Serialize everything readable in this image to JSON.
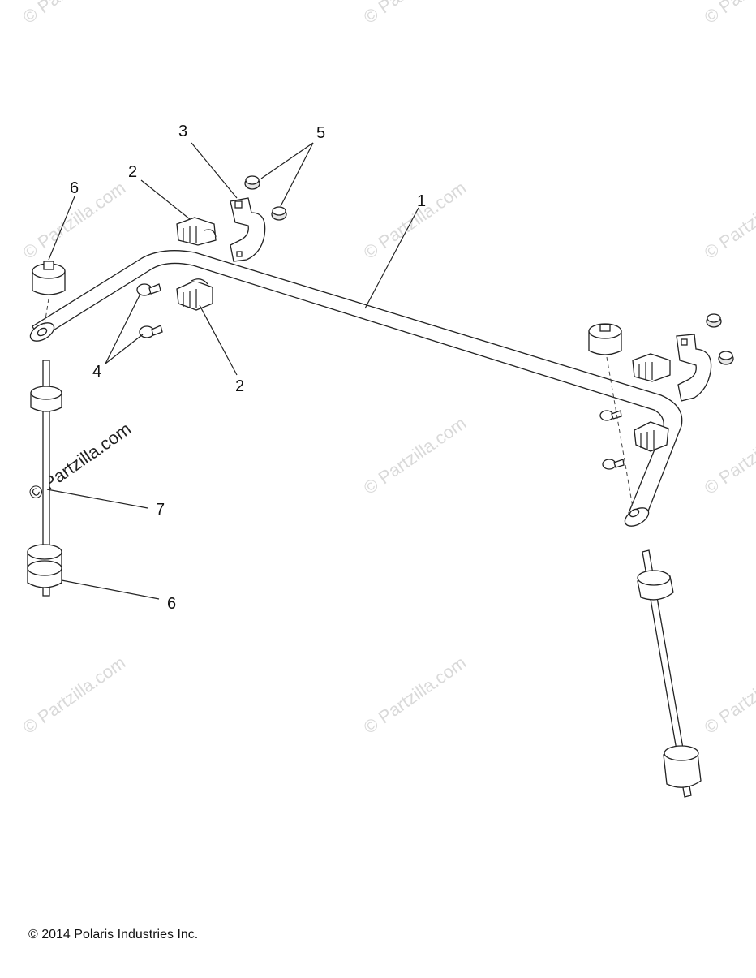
{
  "watermark": {
    "text": "© Partzilla.com",
    "prominent_text": "© Partzilla.com"
  },
  "callouts": [
    "1",
    "2",
    "2",
    "3",
    "4",
    "5",
    "6",
    "6",
    "7"
  ],
  "footer": {
    "copyright": "© 2014 Polaris Industries Inc."
  }
}
